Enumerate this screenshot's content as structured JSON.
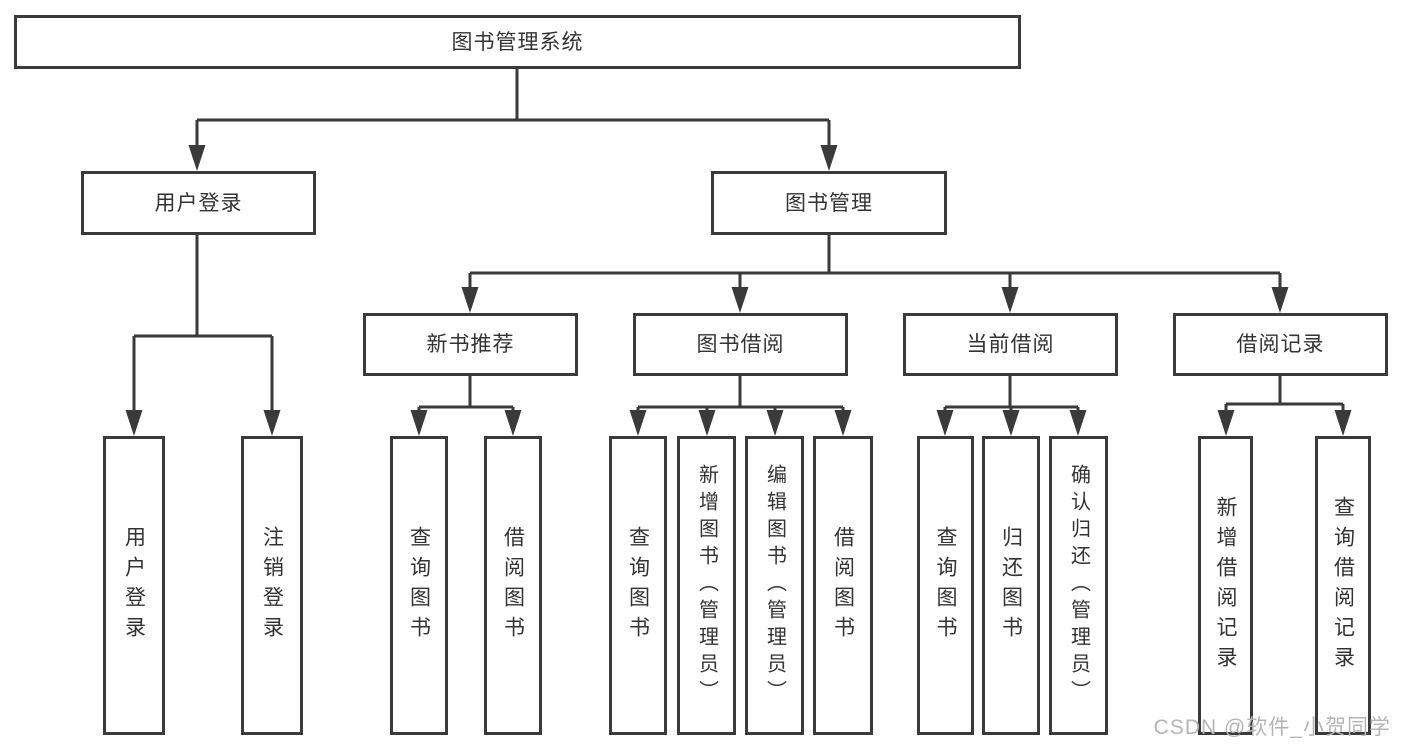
{
  "diagram": {
    "title": "图书管理系统",
    "level2": {
      "user_login": "用户登录",
      "book_management": "图书管理"
    },
    "level3": {
      "new_book_recommendation": "新书推荐",
      "book_borrowing": "图书借阅",
      "current_borrowing": "当前借阅",
      "borrowing_records": "借阅记录"
    },
    "leaves": {
      "user_login": "用户登录",
      "logout": "注销登录",
      "nb_query_books": "查询图书",
      "nb_borrow_books": "借阅图书",
      "bb_query_books": "查询图书",
      "bb_add_books_admin": "新增图书（管理员）",
      "bb_edit_books_admin": "编辑图书（管理员）",
      "bb_borrow_books": "借阅图书",
      "cb_query_books": "查询图书",
      "cb_return_books": "归还图书",
      "cb_confirm_return_admin": "确认归还（管理员）",
      "br_add_record": "新增借阅记录",
      "br_query_record": "查询借阅记录"
    }
  },
  "watermark": "CSDN @软件_小贺同学",
  "colors": {
    "line": "#3a3a3a",
    "box_border": "#3a3a3a",
    "text": "#333333",
    "watermark": "#b5b5b5",
    "background": "#ffffff"
  }
}
